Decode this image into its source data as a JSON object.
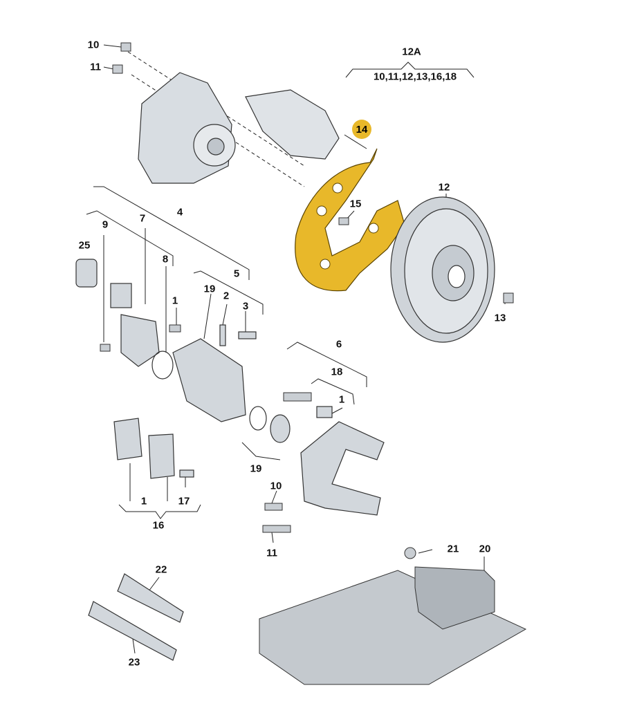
{
  "highlight_color": "#e8b82a",
  "highlighted_part": "14",
  "group_12A": {
    "label": "12A",
    "contents": "10,11,12,13,16,18"
  },
  "callouts": {
    "c10a": "10",
    "c11a": "11",
    "c14": "14",
    "c12": "12",
    "c15": "15",
    "c13": "13",
    "c4": "4",
    "c9": "9",
    "c7": "7",
    "c25": "25",
    "c8": "8",
    "c5": "5",
    "c19a": "19",
    "c1a": "1",
    "c2": "2",
    "c3": "3",
    "c6": "6",
    "c18": "18",
    "c1b": "1",
    "c19b": "19",
    "c10b": "10",
    "c11b": "11",
    "c1c": "1",
    "c17": "17",
    "c16": "16",
    "c22": "22",
    "c23": "23",
    "c21": "21",
    "c20": "20"
  }
}
